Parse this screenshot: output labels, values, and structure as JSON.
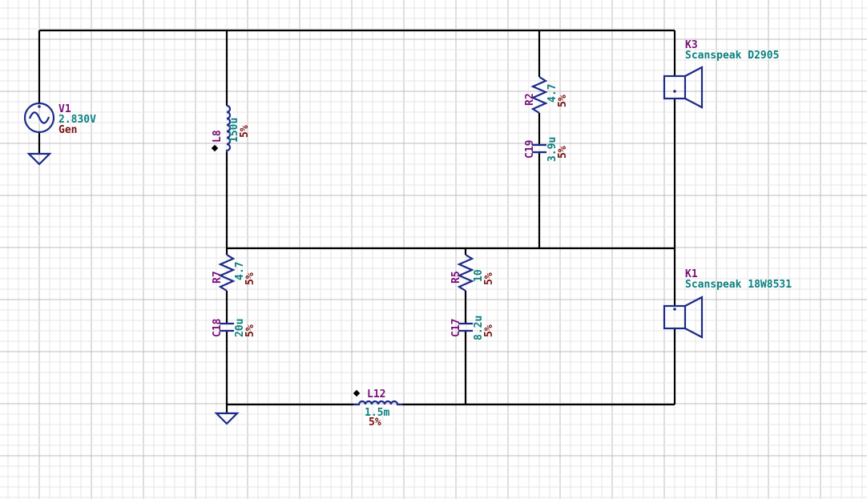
{
  "components": {
    "v1": {
      "ref": "V1",
      "value": "2.830V",
      "extra": "Gen"
    },
    "l8": {
      "ref": "L8",
      "value": "150u",
      "tol": "5%"
    },
    "r2": {
      "ref": "R2",
      "value": "4.7",
      "tol": "5%"
    },
    "c19": {
      "ref": "C19",
      "value": "3.9u",
      "tol": "5%"
    },
    "k3": {
      "ref": "K3",
      "value": "Scanspeak D2905"
    },
    "r7": {
      "ref": "R7",
      "value": "4.7",
      "tol": "5%"
    },
    "c18": {
      "ref": "C18",
      "value": "20u",
      "tol": "5%"
    },
    "r5": {
      "ref": "R5",
      "value": "10",
      "tol": "5%"
    },
    "c17": {
      "ref": "C17",
      "value": "8.2u",
      "tol": "5%"
    },
    "k1": {
      "ref": "K1",
      "value": "Scanspeak 18W8531"
    },
    "l12": {
      "ref": "L12",
      "value": "1.5m",
      "tol": "5%"
    }
  },
  "colors": {
    "background": "#ffffff",
    "grid_minor": "#e6e6e6",
    "grid_major": "#bdbdbd",
    "wire": "#000000",
    "component": "#1a2a8a",
    "ref_text": "#7a0f7a",
    "value_text": "#0b7f7f",
    "tolerance_text": "#7a1010"
  }
}
